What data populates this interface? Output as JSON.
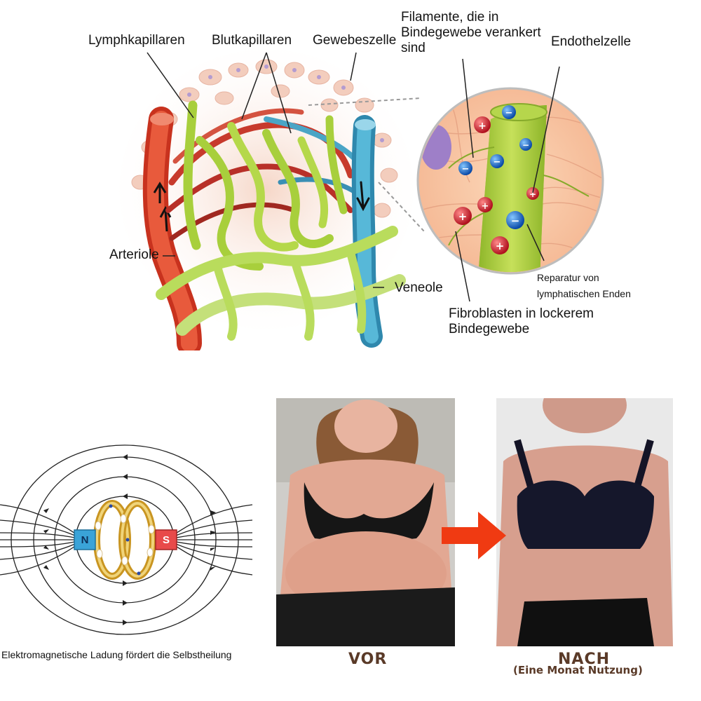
{
  "labels": {
    "lymphkapillaren": "Lymphkapillaren",
    "blutkapillaren": "Blutkapillaren",
    "gewebeszelle": "Gewebeszelle",
    "filamente_l1": "Filamente, die in",
    "filamente_l2": "Bindegewebe verankert",
    "filamente_l3": "sind",
    "endothelzelle": "Endothelzelle",
    "arteriole": "Arteriole",
    "veneole": "Veneole",
    "reparatur_l1": "Reparatur von",
    "reparatur_l2": "lymphatischen Enden",
    "fibroblasten_l1": "Fibroblasten in lockerem",
    "fibroblasten_l2": "Bindegewebe"
  },
  "magnet": {
    "north": "N",
    "south": "S",
    "caption": "Elektromagnetische Ladung fördert die Selbstheilung"
  },
  "comparison": {
    "before": "VOR",
    "after": "NACH",
    "after_sub": "(Eine Monat Nutzung)"
  },
  "colors": {
    "lymph": "#a8cf3c",
    "artery": "#e0492f",
    "vein": "#3ea8c8",
    "arrow": "#f03a12",
    "label_brown": "#5a3a28"
  }
}
